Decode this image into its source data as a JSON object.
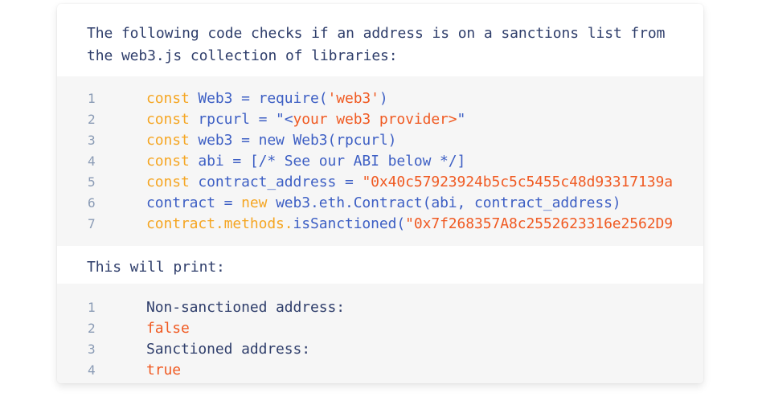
{
  "intro": {
    "line1": "The following code checks if an address is on a sanctions list from",
    "line2": "the web3.js collection of libraries:"
  },
  "code": {
    "lines": [
      {
        "num": "1",
        "parts": [
          {
            "t": "const ",
            "c": "k"
          },
          {
            "t": "Web3 = require(",
            "c": "b"
          },
          {
            "t": "'web3'",
            "c": "s"
          },
          {
            "t": ")",
            "c": "b"
          }
        ]
      },
      {
        "num": "2",
        "parts": [
          {
            "t": "const ",
            "c": "k"
          },
          {
            "t": "rpcurl = \"<",
            "c": "b"
          },
          {
            "t": "your web3 provider>",
            "c": "s"
          },
          {
            "t": "\"",
            "c": "b"
          }
        ]
      },
      {
        "num": "3",
        "parts": [
          {
            "t": "const ",
            "c": "k"
          },
          {
            "t": "web3 = new Web3(rpcurl)",
            "c": "b"
          }
        ]
      },
      {
        "num": "4",
        "parts": [
          {
            "t": "const ",
            "c": "k"
          },
          {
            "t": "abi = [/* See our ABI below */]",
            "c": "b"
          }
        ]
      },
      {
        "num": "5",
        "parts": [
          {
            "t": "const ",
            "c": "k"
          },
          {
            "t": "contract_address = ",
            "c": "b"
          },
          {
            "t": "\"0x40c57923924b5c5c5455c48d93317139a",
            "c": "s"
          }
        ]
      },
      {
        "num": "6",
        "parts": [
          {
            "t": "contract = ",
            "c": "b"
          },
          {
            "t": "new ",
            "c": "k"
          },
          {
            "t": "web3.eth.Contract(abi, contract_address)",
            "c": "b"
          }
        ]
      },
      {
        "num": "7",
        "parts": [
          {
            "t": "contract.methods.",
            "c": "k"
          },
          {
            "t": "isSanctioned(",
            "c": "b"
          },
          {
            "t": "\"0x7f268357A8c2552623316e2562D9",
            "c": "s"
          }
        ]
      }
    ]
  },
  "output_label": "This will print:",
  "output": {
    "lines": [
      {
        "num": "1",
        "parts": [
          {
            "t": "Non-sanctioned address:",
            "c": "n"
          }
        ]
      },
      {
        "num": "2",
        "parts": [
          {
            "t": "false",
            "c": "s"
          }
        ]
      },
      {
        "num": "3",
        "parts": [
          {
            "t": "Sanctioned address:",
            "c": "n"
          }
        ]
      },
      {
        "num": "4",
        "parts": [
          {
            "t": "true",
            "c": "s"
          }
        ]
      }
    ]
  },
  "colors": {
    "keyword": "#f5a623",
    "identifier": "#3d5fc4",
    "string": "#f05a22",
    "text": "#2f3e6b",
    "line_number": "#8a9bb5",
    "code_background": "#f6f6f6"
  }
}
